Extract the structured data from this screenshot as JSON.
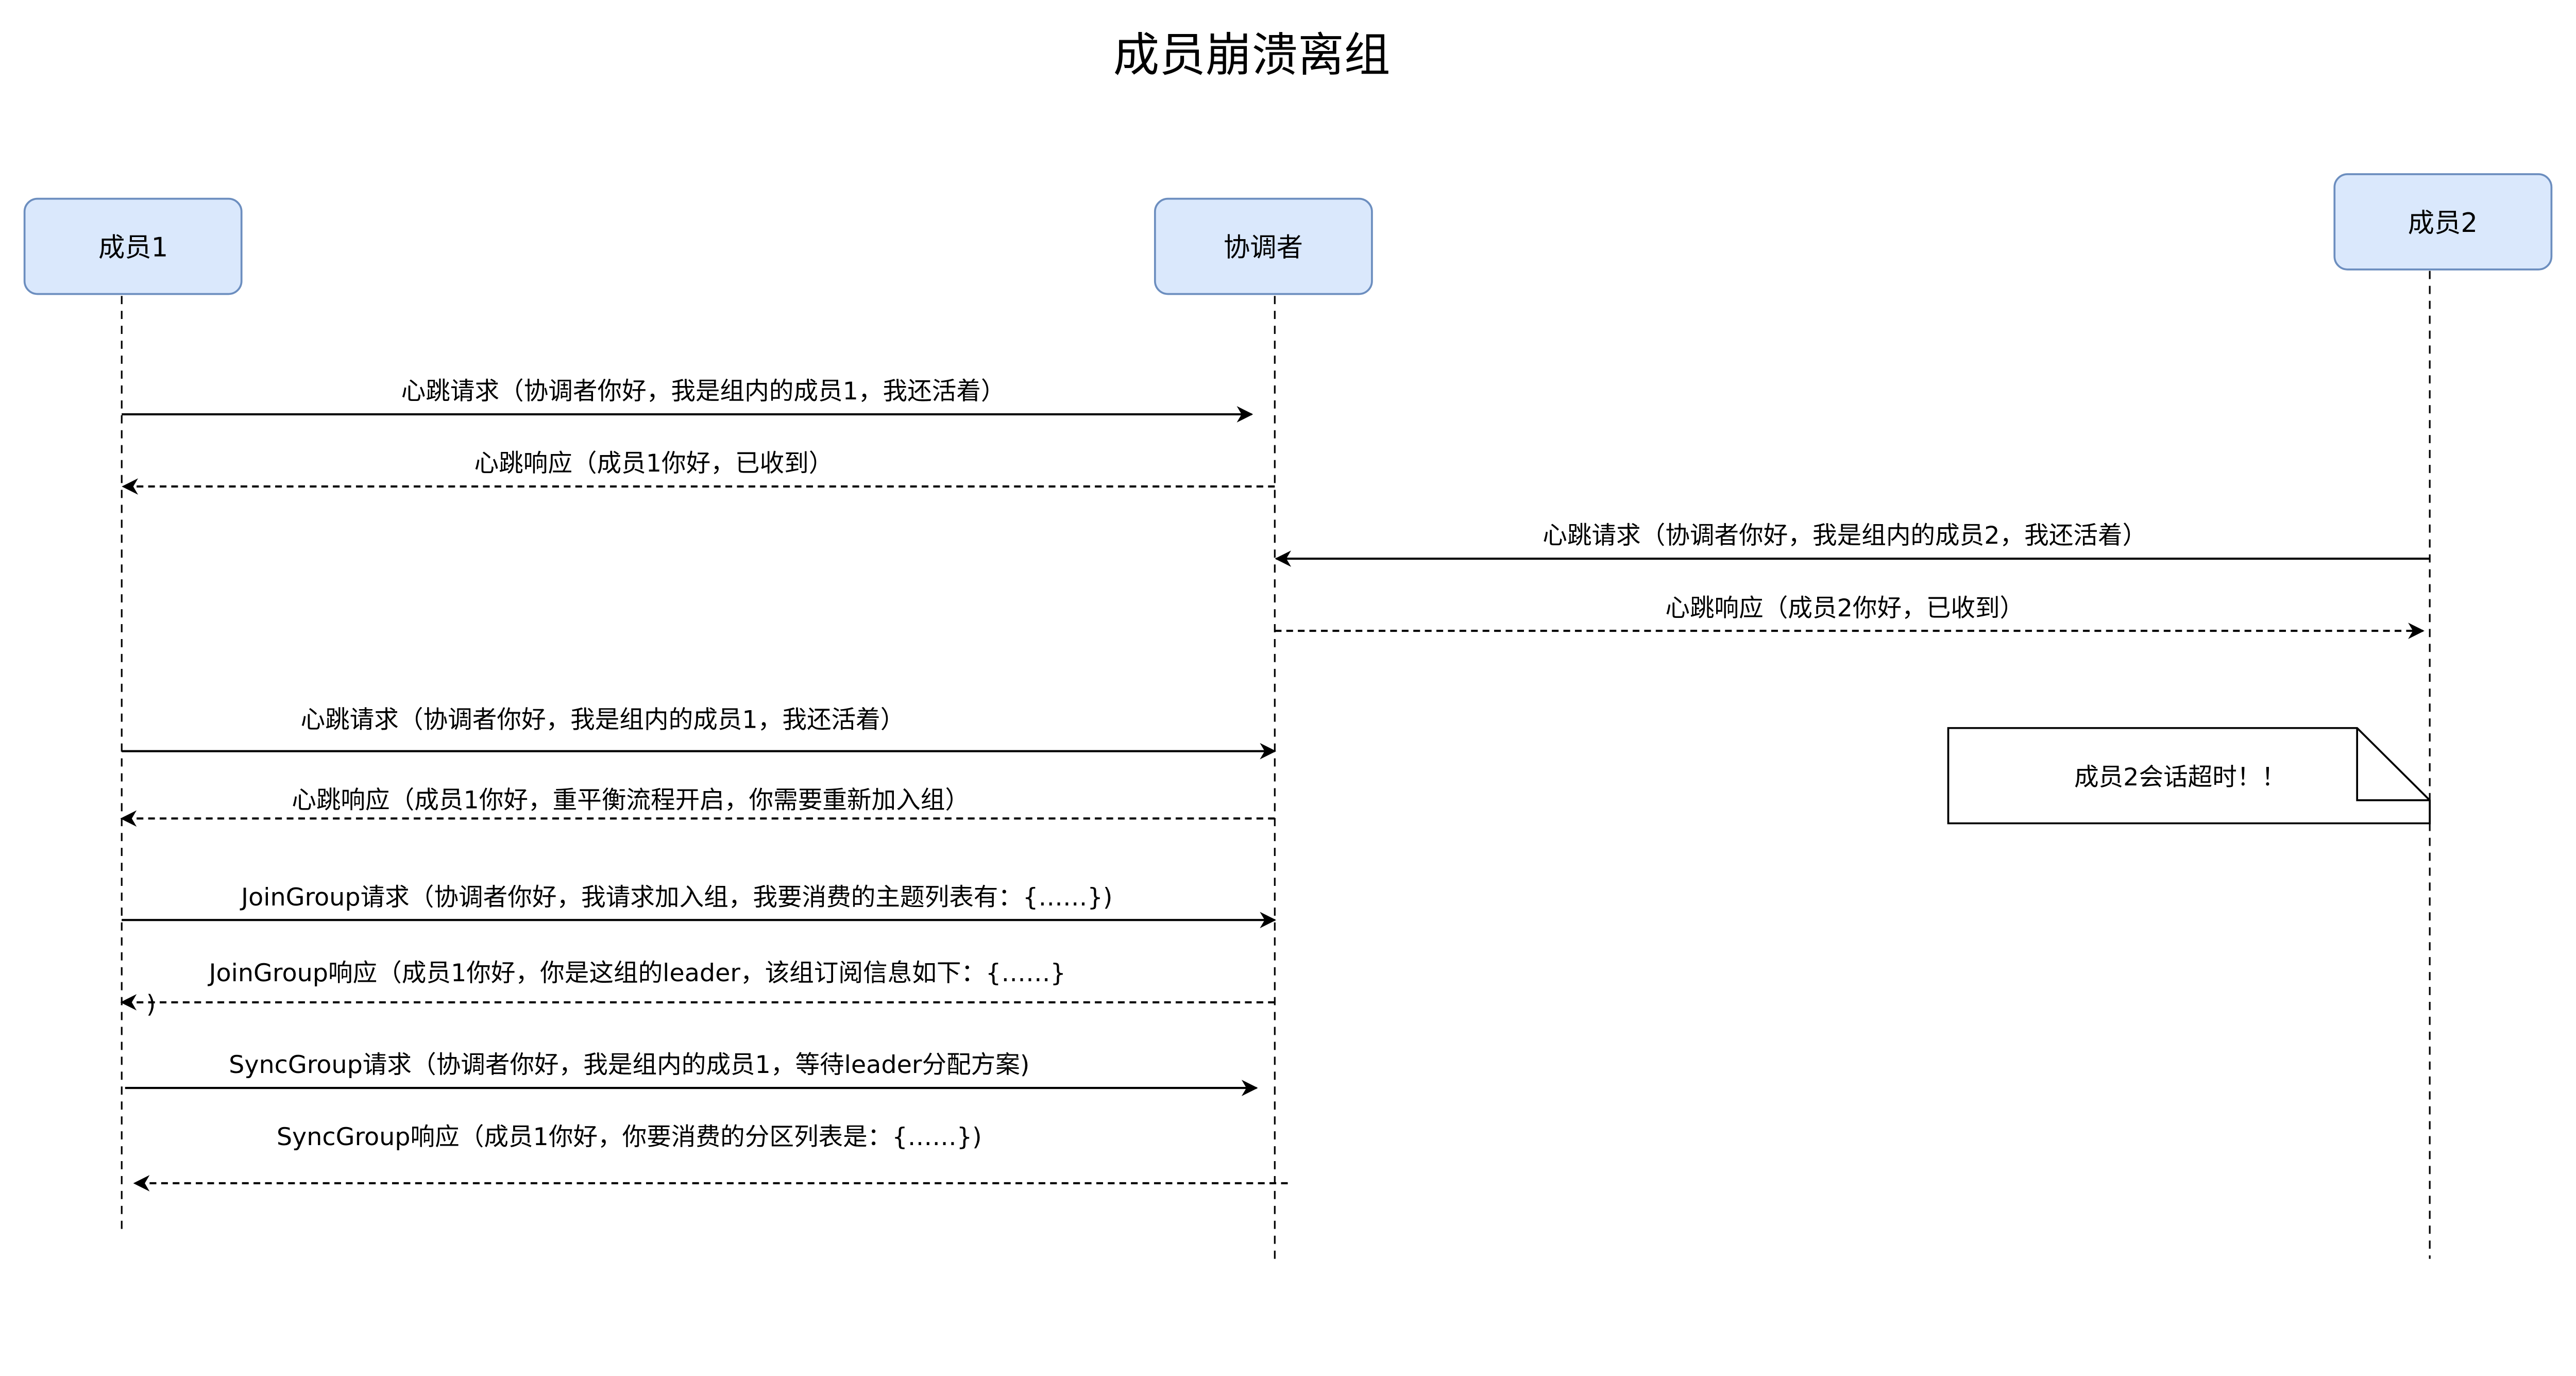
{
  "title": "成员崩溃离组",
  "colors": {
    "actor_fill": "#dae8fc",
    "actor_stroke": "#6c8ebf",
    "line": "#000000"
  },
  "actors": {
    "member1": "成员1",
    "coordinator": "协调者",
    "member2": "成员2"
  },
  "messages": [
    {
      "label": "心跳请求（协调者你好，我是组内的成员1，我还活着）",
      "from": "成员1",
      "to": "协调者",
      "style": "solid"
    },
    {
      "label": "心跳响应（成员1你好，已收到）",
      "from": "协调者",
      "to": "成员1",
      "style": "dashed"
    },
    {
      "label": "心跳请求（协调者你好，我是组内的成员2，我还活着）",
      "from": "成员2",
      "to": "协调者",
      "style": "solid"
    },
    {
      "label": "心跳响应（成员2你好，已收到）",
      "from": "协调者",
      "to": "成员2",
      "style": "dashed"
    },
    {
      "label": "心跳请求（协调者你好，我是组内的成员1，我还活着）",
      "from": "成员1",
      "to": "协调者",
      "style": "solid"
    },
    {
      "label": "心跳响应（成员1你好，重平衡流程开启，你需要重新加入组）",
      "from": "协调者",
      "to": "成员1",
      "style": "dashed"
    },
    {
      "label": "JoinGroup请求（协调者你好，我请求加入组，我要消费的主题列表有：{……})",
      "from": "成员1",
      "to": "协调者",
      "style": "solid"
    },
    {
      "label": "JoinGroup响应（成员1你好，你是这组的leader，该组订阅信息如下：{……}",
      "label_overflow": ")",
      "from": "协调者",
      "to": "成员1",
      "style": "dashed"
    },
    {
      "label": "SyncGroup请求（协调者你好，我是组内的成员1，等待leader分配方案)",
      "from": "成员1",
      "to": "协调者",
      "style": "solid"
    },
    {
      "label": "SyncGroup响应（成员1你好，你要消费的分区列表是：{……})",
      "from": "协调者",
      "to": "成员1",
      "style": "dashed"
    }
  ],
  "note": "成员2会话超时！！"
}
